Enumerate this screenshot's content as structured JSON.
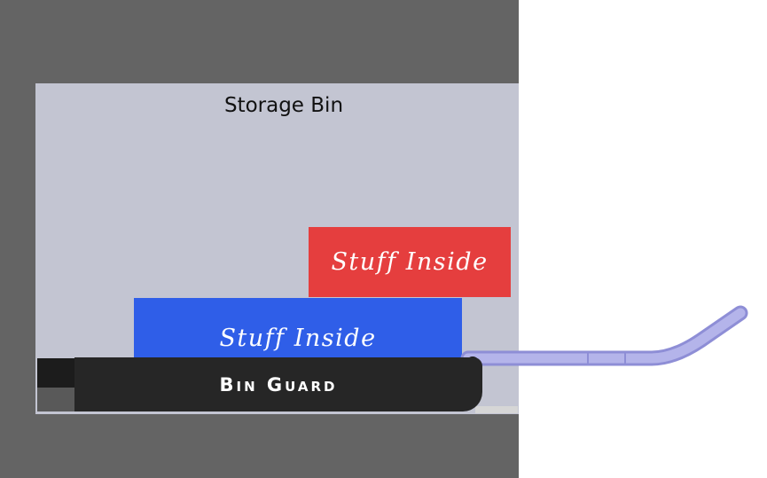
{
  "diagram": {
    "bin_label": "Storage Bin",
    "stuff_top_label": "Stuff Inside",
    "stuff_bottom_label": "Stuff Inside",
    "guard_label": "Bin Guard",
    "colors": {
      "cabinet": "#646464",
      "bin": "#c3c5d2",
      "stuff_top": "#e53e3e",
      "stuff_bottom": "#2f5ee8",
      "guard": "#262626",
      "handle": "#a9a9e2"
    }
  }
}
